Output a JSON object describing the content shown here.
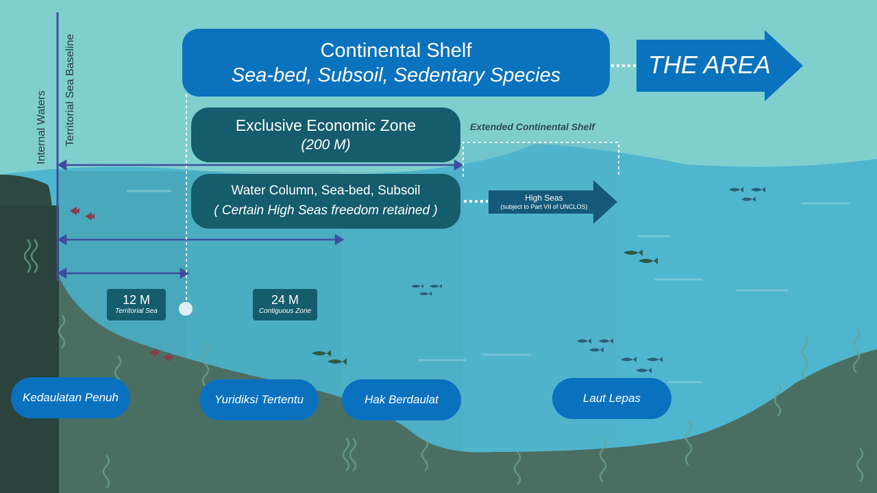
{
  "continental_shelf": {
    "title": "Continental Shelf",
    "subtitle": "Sea-bed, Subsoil, Sedentary Species"
  },
  "the_area": {
    "label": "THE AREA"
  },
  "eez": {
    "title": "Exclusive Economic Zone",
    "subtitle": "(200 M)"
  },
  "extended_shelf": {
    "label": "Extended Continental Shelf"
  },
  "water_column": {
    "title": "Water Column, Sea-bed, Subsoil",
    "subtitle": "( Certain High Seas freedom retained )"
  },
  "high_seas": {
    "title": "High Seas",
    "subtitle": "(subject to Part VII of UNCLOS)"
  },
  "side_labels": {
    "internal_waters": "Internal Waters",
    "baseline": "Territorial Sea Baseline"
  },
  "zones": {
    "territorial": {
      "distance": "12 M",
      "name": "Territorial Sea"
    },
    "contiguous": {
      "distance": "24 M",
      "name": "Contiguous Zone"
    }
  },
  "bottom_labels": {
    "kedaulatan": "Kedaulatan Penuh",
    "yuridiksi": "Yuridiksi Tertentu",
    "hak": "Hak Berdaulat",
    "laut": "Laut Lepas"
  },
  "colors": {
    "sky": "#7fcfcf",
    "sea": "#5fb6c9",
    "seabed": "#4e7466",
    "land": "#2d4a42",
    "pill_blue": "#0b72bd",
    "pill_dark": "#155c6c",
    "arrow_line": "#3d4d9c"
  }
}
